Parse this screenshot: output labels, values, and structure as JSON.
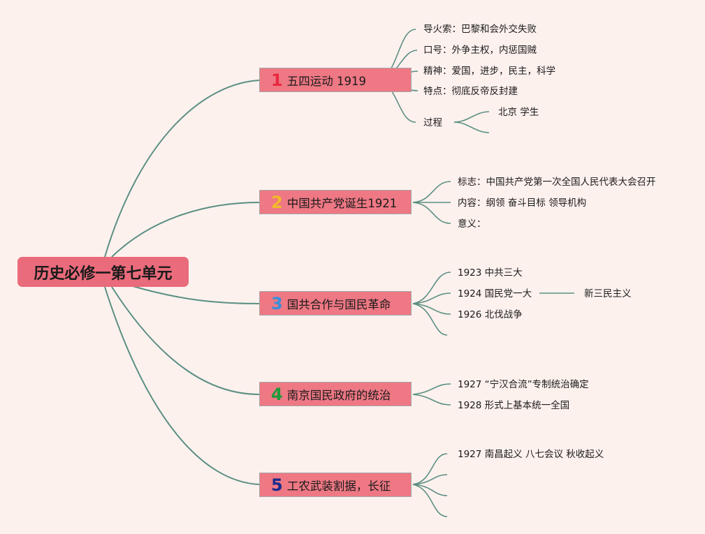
{
  "root": {
    "title": "历史必修一第七单元"
  },
  "colors": {
    "node_fill": "#ee7884",
    "line": "#5a8f82",
    "background": "#fdf1ee"
  },
  "branches": [
    {
      "num": "1",
      "num_color": "#e8293f",
      "title": "五四运动 1919",
      "children": [
        "导火索：巴黎和会外交失败",
        "口号：外争主权，内惩国贼",
        "精神：爱国，进步，民主，科学",
        "特点：彻底反帝反封建",
        "过程"
      ],
      "sub": [
        "北京 学生"
      ]
    },
    {
      "num": "2",
      "num_color": "#f2b928",
      "title": "中国共产党诞生1921",
      "children": [
        "标志：中国共产党第一次全国人民代表大会召开",
        "内容：纲领 奋斗目标 领导机构",
        "意义："
      ]
    },
    {
      "num": "3",
      "num_color": "#3a8fd9",
      "title": "国共合作与国民革命",
      "children": [
        "1923 中共三大",
        "1924 国民党一大",
        "1926 北伐战争"
      ],
      "sub": [
        "新三民主义"
      ]
    },
    {
      "num": "4",
      "num_color": "#1e9b3a",
      "title": "南京国民政府的统治",
      "children": [
        "1927 “宁汉合流”专制统治确定",
        "1928 形式上基本统一全国"
      ]
    },
    {
      "num": "5",
      "num_color": "#1b2c8c",
      "title": "工农武装割据，长征",
      "children": [
        "1927 南昌起义 八七会议 秋收起义"
      ]
    }
  ]
}
